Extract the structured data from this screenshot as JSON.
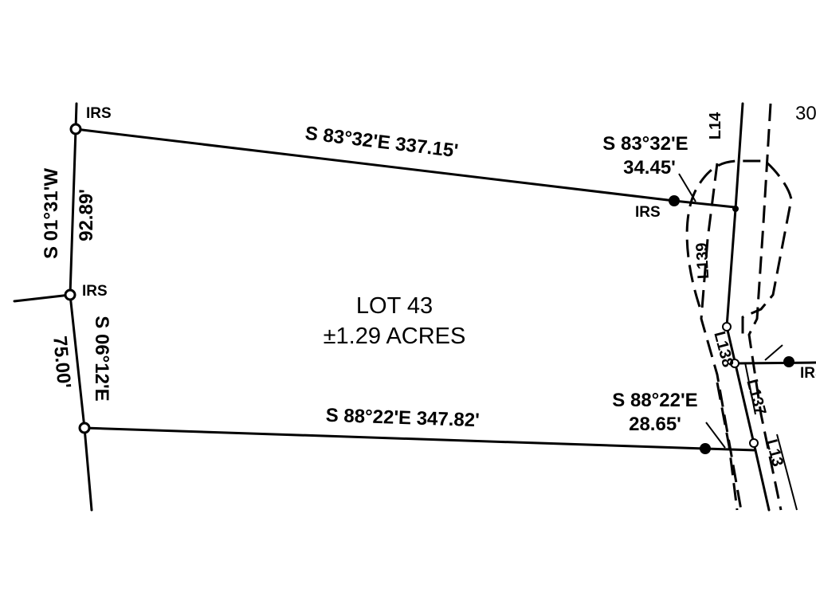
{
  "plat": {
    "lot": {
      "name": "LOT 43",
      "area": "±1.29 ACRES"
    },
    "bearings": {
      "top": "S 83°32'E 337.15'",
      "top_right": "S 83°32'E",
      "top_right_dist": "34.45'",
      "bottom": "S 88°22'E 347.82'",
      "bottom_right": "S 88°22'E",
      "bottom_right_dist": "28.65'",
      "left_upper": "S 01°31'W",
      "left_upper_dist": "92.89'",
      "left_lower": "S 06°12'E",
      "left_lower_dist": "75.00'"
    },
    "monuments": {
      "top_left": "IRS",
      "mid_left": "IRS",
      "top_right": "IRS",
      "far_right": "IRS"
    },
    "line_labels": [
      "L14",
      "L139",
      "L138",
      "L137",
      "L13"
    ],
    "adjacent_lot": "30"
  }
}
